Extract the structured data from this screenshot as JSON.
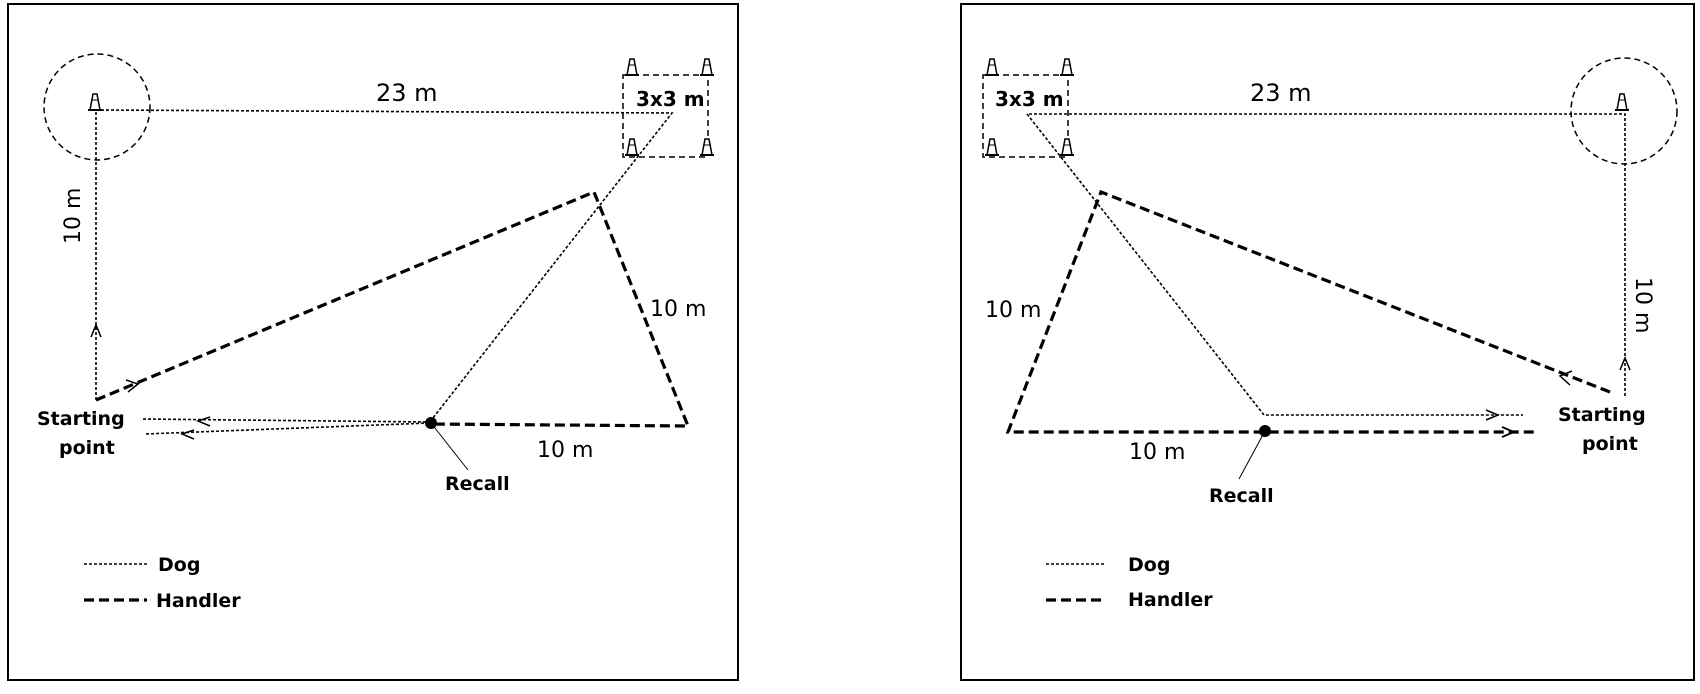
{
  "panels": [
    {
      "id": "left",
      "labels": {
        "top_distance": "23 m",
        "side_distance": "10 m",
        "diag_distance": "10 m",
        "bottom_distance": "10 m",
        "box": "3x3 m",
        "start": [
          "Starting",
          "point"
        ],
        "recall": "Recall"
      },
      "legend": {
        "dog": "Dog",
        "handler": "Handler"
      }
    },
    {
      "id": "right",
      "labels": {
        "top_distance": "23 m",
        "side_distance": "10 m",
        "diag_distance": "10 m",
        "bottom_distance": "10 m",
        "box": "3x3 m",
        "start": [
          "Starting",
          "point"
        ],
        "recall": "Recall"
      },
      "legend": {
        "dog": "Dog",
        "handler": "Handler"
      }
    }
  ]
}
